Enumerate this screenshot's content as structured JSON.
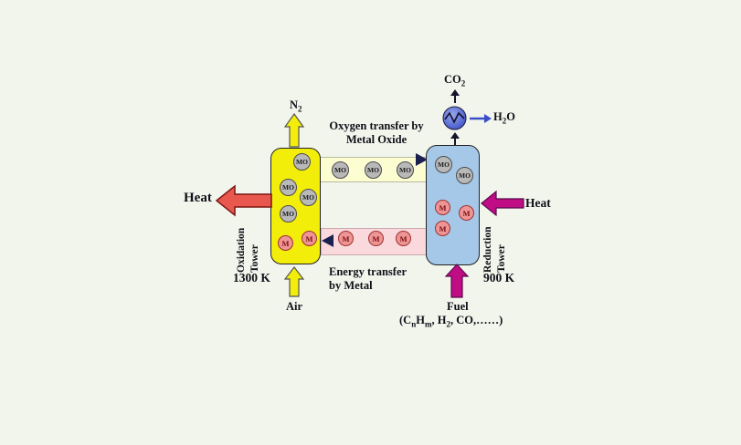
{
  "colors": {
    "background": "#f1f5ec",
    "oxidation_tower": "#f3ed0a",
    "reduction_tower": "#a6c8e8",
    "heat_left_arrow": "#e8584e",
    "heat_right_arrow": "#c00d86",
    "gas_arrow_yellow": "#f3ed0a",
    "fuel_arrow": "#c00d86",
    "mo_circle": "#b9b9b9",
    "m_circle": "#ee9595",
    "top_band": "#fdfdd2",
    "bottom_band": "#f9d9dc",
    "condenser": "#5f6fd0",
    "h2o_arrow": "#3a4ec8"
  },
  "tokens": {
    "mo": "MO",
    "m": "M"
  },
  "labels": {
    "n2_base": "N",
    "n2_sub": "2",
    "co2_base": "CO",
    "co2_sub": "2",
    "h2o_p1": "H",
    "h2o_sub": "2",
    "h2o_p2": "O",
    "oxygen_transfer_line1": "Oxygen transfer by",
    "oxygen_transfer_line2": "Metal Oxide",
    "energy_transfer_line1": "Energy transfer",
    "energy_transfer_line2": "by Metal",
    "heat_left": "Heat",
    "heat_right": "Heat",
    "oxidation_tower_line1": "Oxidation",
    "oxidation_tower_line2": "Tower",
    "reduction_tower_line1": "Reduction",
    "reduction_tower_line2": "Tower",
    "temp_oxidation": "1300 K",
    "temp_reduction": "900 K",
    "air": "Air",
    "fuel": "Fuel",
    "fuel_formula": {
      "p1": "(C",
      "s1": "n",
      "p2": "H",
      "s2": "m",
      "p3": ", H",
      "s3": "2",
      "p4": ", CO,……)"
    }
  }
}
